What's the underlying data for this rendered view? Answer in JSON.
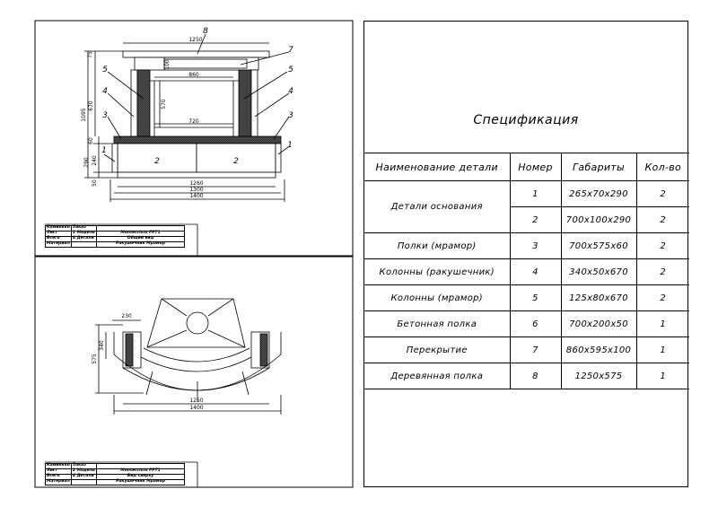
{
  "specification": {
    "title": "Спецификация",
    "headers": [
      "Наименование детали",
      "Номер",
      "Габариты",
      "Кол-во"
    ],
    "rows": [
      {
        "name": "Детали основания",
        "number": "1",
        "dims": "265х70х290",
        "qty": "2"
      },
      {
        "name": "",
        "number": "2",
        "dims": "700х100х290",
        "qty": "2"
      },
      {
        "name": "Полки (мрамор)",
        "number": "3",
        "dims": "700х575х60",
        "qty": "2"
      },
      {
        "name": "Колонны (ракушечник)",
        "number": "4",
        "dims": "340х50х670",
        "qty": "2"
      },
      {
        "name": "Колонны (мрамор)",
        "number": "5",
        "dims": "125х80х670",
        "qty": "2"
      },
      {
        "name": "Бетонная полка",
        "number": "6",
        "dims": "700х200х50",
        "qty": "1"
      },
      {
        "name": "Перекрытие",
        "number": "7",
        "dims": "860х595х100",
        "qty": "1"
      },
      {
        "name": "Деревянная полка",
        "number": "8",
        "dims": "1250х575",
        "qty": "1"
      }
    ]
  },
  "front_view": {
    "dims": {
      "top_width": "1250",
      "inner_opening": "860",
      "firebox_width": "720",
      "base_1260": "1260",
      "base_1300": "1300",
      "base_1400": "1400",
      "total_height": "1095",
      "column_height": "670",
      "opening_height": "570",
      "top_thickness": "75",
      "lintel": "100",
      "shelf": "60",
      "base_290": "290",
      "base_240": "240",
      "base_50": "50"
    },
    "callouts": [
      "1",
      "2",
      "3",
      "4",
      "5",
      "7",
      "8"
    ],
    "base_labels": [
      "2",
      "2"
    ],
    "title_block": {
      "col1": [
        "Каминкко",
        "Лист",
        "Всего",
        "Материал"
      ],
      "col2": [
        "Заказ",
        "1 Модель",
        "4 Детали",
        ""
      ],
      "model": "Montecristo FP71",
      "view": "Общий вид",
      "material": "Ракушечник Мрамор"
    }
  },
  "top_view": {
    "dims": {
      "column_depth": "230",
      "height_575": "575",
      "height_340": "340",
      "width_1250": "1250",
      "width_1400": "1400"
    },
    "title_block": {
      "col1": [
        "Каминкко",
        "Лист",
        "Всего",
        "Материал"
      ],
      "col2": [
        "Заказ",
        "2 Модель",
        "4 Детали",
        ""
      ],
      "model": "Montecristo FP71",
      "view": "Вид сверху",
      "material": "Ракушечник Мрамор"
    }
  }
}
